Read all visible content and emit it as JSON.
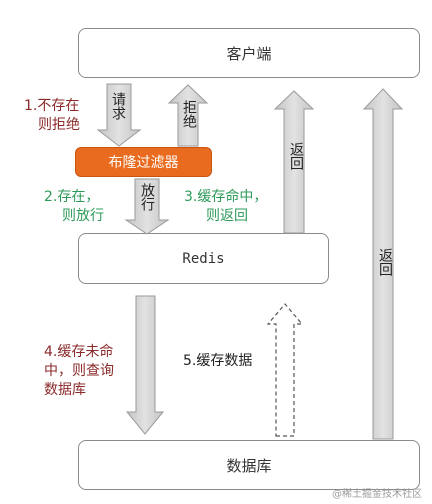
{
  "boxes": {
    "client": "客户端",
    "bloom_filter": "布隆过滤器",
    "redis": "Redis",
    "database": "数据库"
  },
  "arrows": {
    "request": "请求",
    "reject": "拒绝",
    "pass": "放行",
    "return_cache": "返回",
    "return_db": "返回"
  },
  "notes": {
    "not_exist_line1": "1.不存在",
    "not_exist_line2": "则拒绝",
    "exist_line1": "2.存在，",
    "exist_line2": "则放行",
    "cache_hit_line1": "3.缓存命中，",
    "cache_hit_line2": "则返回",
    "cache_miss_line1": "4.缓存未命",
    "cache_miss_line2": "中，则查询",
    "cache_miss_line3": "数据库",
    "cache_data": "5.缓存数据"
  },
  "watermark": "@稀土掘金技术社区",
  "colors": {
    "bloom_fill": "#e96b1f",
    "note_red": "#8b2a2a",
    "note_green": "#2e9b5b",
    "arrow_fill": "#d0d0d0"
  }
}
